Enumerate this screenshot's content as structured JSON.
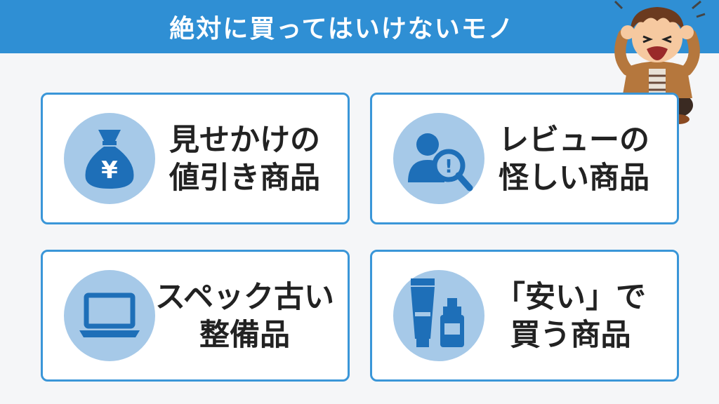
{
  "header": {
    "title": "絶対に買ってはいけないモノ"
  },
  "cards": [
    {
      "line1": "見せかけの",
      "line2": "値引き商品",
      "icon": "money-bag-yen-icon"
    },
    {
      "line1": "レビューの",
      "line2": "怪しい商品",
      "icon": "user-search-warning-icon"
    },
    {
      "line1": "スペック古い",
      "line2": "整備品",
      "icon": "laptop-icon"
    },
    {
      "line1": "「安い」で",
      "line2": "買う商品",
      "icon": "cosmetic-bottles-icon"
    }
  ],
  "money_bag_symbol": "¥",
  "warning_symbol": "!",
  "colors": {
    "banner": "#2f8fd4",
    "card_border": "#3a96d8",
    "icon_circle": "#a6c9e8",
    "icon_fill": "#1e6fb8"
  }
}
